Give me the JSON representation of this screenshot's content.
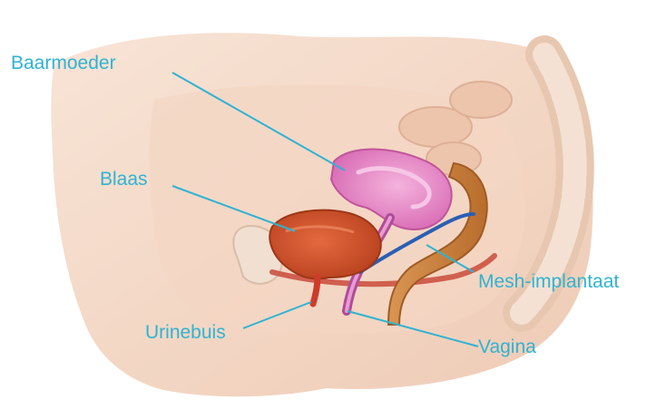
{
  "colors": {
    "label": "#2fb3d3",
    "leader": "#2fb3d3",
    "skin": "#f5dccb",
    "skin_shadow": "#e9c4ad",
    "uterus": "#e98bc9",
    "bladder": "#d8552f",
    "mesh": "#2a5fb5",
    "rectum": "#c9803d",
    "urethra": "#cf3b2a"
  },
  "labels": {
    "uterus": "Baarmoeder",
    "bladder": "Blaas",
    "mesh": "Mesh-implantaat",
    "urethra": "Urinebuis",
    "vagina": "Vagina"
  }
}
